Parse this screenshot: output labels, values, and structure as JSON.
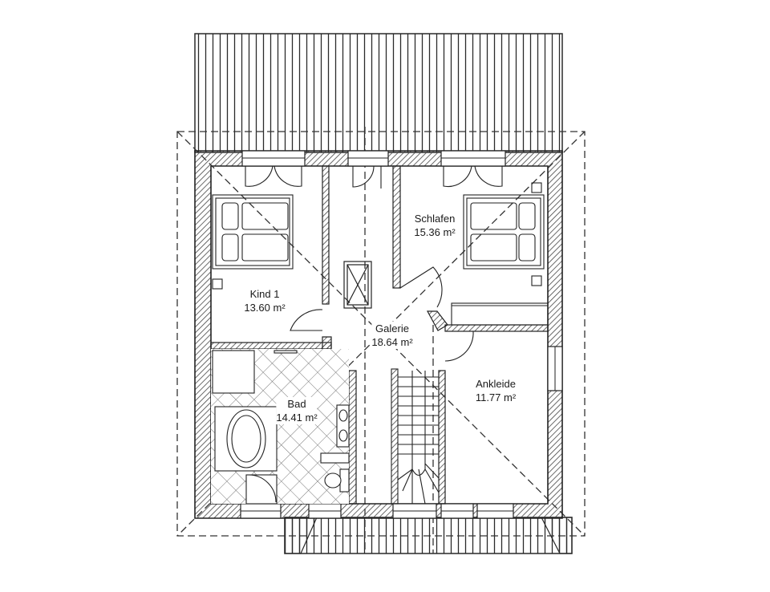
{
  "rooms": {
    "kind1": {
      "name": "Kind 1",
      "area": "13.60 m²"
    },
    "schlafen": {
      "name": "Schlafen",
      "area": "15.36 m²"
    },
    "galerie": {
      "name": "Galerie",
      "area": "18.64 m²"
    },
    "bad": {
      "name": "Bad",
      "area": "14.41 m²"
    },
    "ankleide": {
      "name": "Ankleide",
      "area": "11.77 m²"
    }
  },
  "colors": {
    "wall": "#3a3a3a",
    "line": "#2a2a2a",
    "tile": "#7a7a7a",
    "background": "#ffffff"
  }
}
